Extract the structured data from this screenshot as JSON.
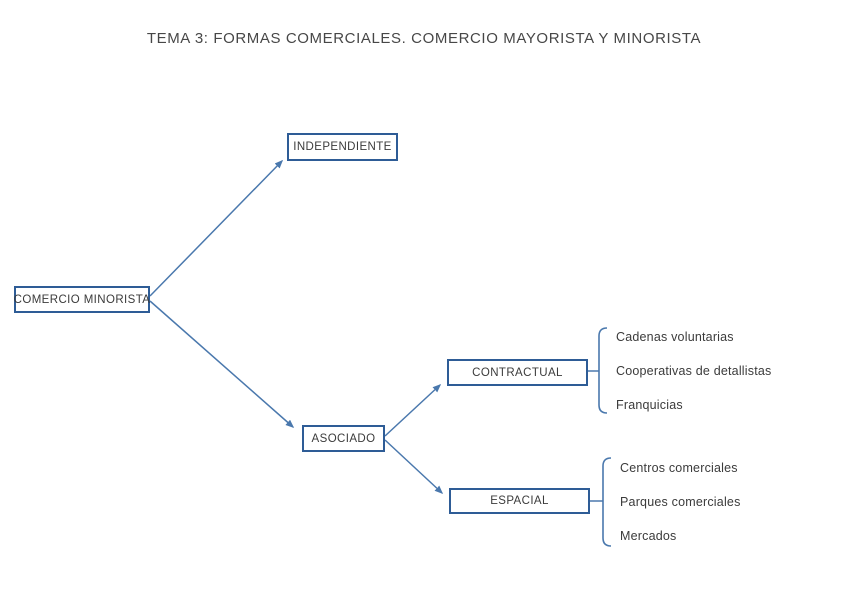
{
  "title": "TEMA 3: FORMAS COMERCIALES. COMERCIO MAYORISTA Y MINORISTA",
  "diagram": {
    "root": {
      "label": "COMERCIO MINORISTA"
    },
    "nodes": {
      "independiente": {
        "label": "INDEPENDIENTE"
      },
      "asociado": {
        "label": "ASOCIADO"
      },
      "contractual": {
        "label": "CONTRACTUAL",
        "items": [
          "Cadenas voluntarias",
          "Cooperativas de detallistas",
          "Franquicias"
        ]
      },
      "espacial": {
        "label": "ESPACIAL",
        "items": [
          "Centros comerciales",
          "Parques comerciales",
          "Mercados"
        ]
      }
    }
  },
  "colors": {
    "box_border": "#2e5c96",
    "connector": "#4a78ad",
    "text": "#3b3b3b"
  }
}
